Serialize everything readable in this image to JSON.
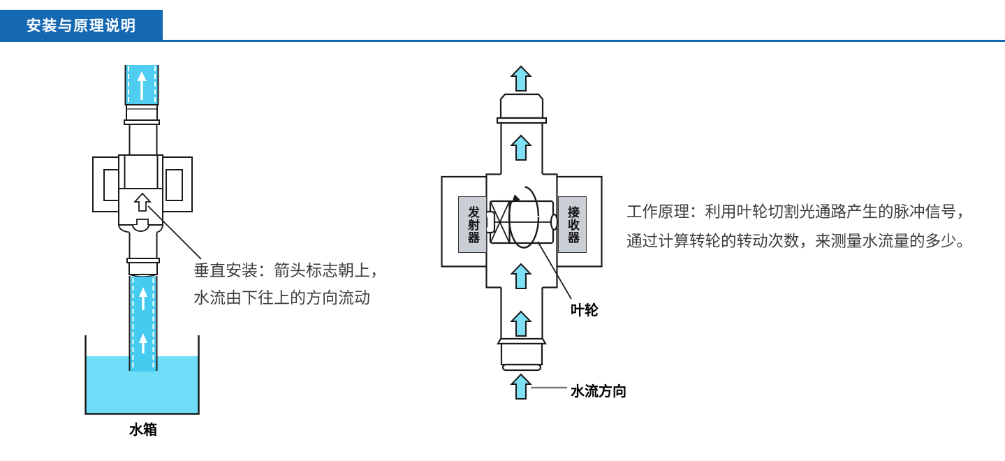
{
  "header": {
    "title": "安装与原理说明"
  },
  "left_diagram": {
    "caption_line1": "垂直安装：箭头标志朝上，",
    "caption_line2": "水流由下往上的方向流动",
    "tank_label": "水箱"
  },
  "right_diagram": {
    "transmitter_label": "发射器",
    "receiver_label": "接收器",
    "impeller_label": "叶轮",
    "flow_direction_label": "水流方向",
    "principle_line1": "工作原理：利用叶轮切割光通路产生的脉冲信号，",
    "principle_line2": "通过计算转轮的转动次数，来测量水流量的多少。"
  },
  "colors": {
    "accent_blue": "#1569b3",
    "pipe_water": "#45cbf0",
    "tank_water": "#70ddf8",
    "arrow_fill": "#7edff6",
    "outline": "#1a1a1a",
    "gray_box": "#c9cfd5"
  }
}
